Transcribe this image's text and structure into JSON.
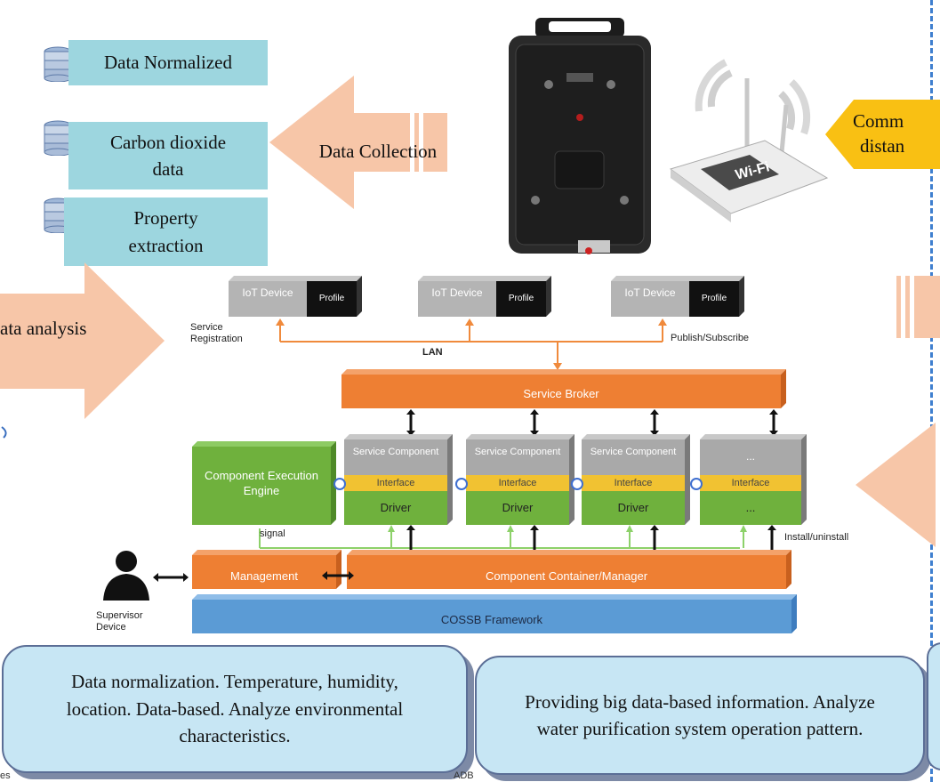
{
  "left_panel": {
    "box1": "Data Normalized",
    "box2": "Carbon dioxide data",
    "box3": "Property extraction"
  },
  "arrows": {
    "data_collection": "Data Collection",
    "data_analysis": "ata analysis"
  },
  "right_tag": {
    "line1": "Comm",
    "line2": "distan"
  },
  "architecture": {
    "iot_devices": [
      {
        "device": "IoT Device",
        "profile": "Profile"
      },
      {
        "device": "IoT Device",
        "profile": "Profile"
      },
      {
        "device": "IoT Device",
        "profile": "Profile"
      }
    ],
    "service_registration": "Service Registration",
    "lan": "LAN",
    "publish_subscribe": "Publish/Subscribe",
    "service_broker": "Service Broker",
    "components": [
      {
        "top": "Service Component",
        "interface": "Interface",
        "driver": "Driver"
      },
      {
        "top": "Service Component",
        "interface": "Interface",
        "driver": "Driver"
      },
      {
        "top": "Service Component",
        "interface": "Interface",
        "driver": "Driver"
      },
      {
        "top": "...",
        "interface": "Interface",
        "driver": "..."
      }
    ],
    "execution_engine": "Component Execution Engine",
    "signal": "signal",
    "install_uninstall": "Install/uninstall",
    "management": "Management",
    "container_manager": "Component Container/Manager",
    "framework": "COSSB Framework",
    "supervisor": "Supervisor Device"
  },
  "bubbles": {
    "left": "Data normalization. Temperature, humidity, location. Data-based. Analyze environmental characteristics.",
    "middle": "Providing big data-based information. Analyze water purification system operation pattern."
  },
  "footer": {
    "left_fragment": "es",
    "mid_fragment": "ADB"
  },
  "colors": {
    "cyan_box": "#9dd6df",
    "arrow_peach": "#f7c6a8",
    "orange_block": "#ee7f33",
    "green_block": "#6fb13d",
    "gray_block": "#a9a9a9",
    "yellow_interface": "#f1c232",
    "blue_framework": "#5b9bd5",
    "bubble_fill": "#c7e6f4",
    "tag_yellow": "#f9c013"
  }
}
